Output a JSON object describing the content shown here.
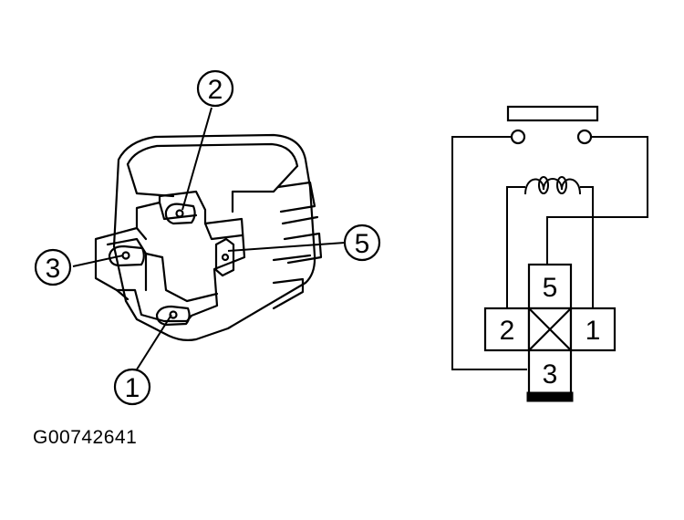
{
  "relay_view": {
    "callouts": [
      {
        "label": "2"
      },
      {
        "label": "3"
      },
      {
        "label": "5"
      },
      {
        "label": "1"
      }
    ]
  },
  "schematic": {
    "terminals": [
      "5",
      "2",
      "1",
      "3"
    ]
  },
  "figure_code": "G00742641"
}
